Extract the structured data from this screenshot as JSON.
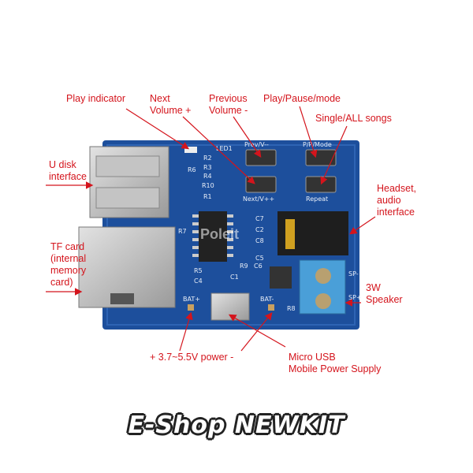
{
  "annotations": {
    "play_indicator": "Play indicator",
    "next_volume": [
      "Next",
      "Volume +"
    ],
    "previous_volume": [
      "Previous",
      "Volume -"
    ],
    "play_pause_mode": "Play/Pause/mode",
    "single_all_songs": "Single/ALL songs",
    "u_disk": [
      "U disk",
      "interface"
    ],
    "headset": [
      "Headset,",
      "audio",
      "interface"
    ],
    "tf_card": [
      "TF card",
      "(internal",
      "memory",
      "card)"
    ],
    "speaker": [
      "3W",
      "Speaker"
    ],
    "power": "+ 3.7~5.5V power -",
    "micro_usb": [
      "Micro USB",
      "Mobile Power Supply"
    ]
  },
  "pcb_labels": {
    "led": "LED1",
    "r2": "R2",
    "r3": "R3",
    "r4": "R4",
    "r10": "R10",
    "r1": "R1",
    "r6": "R6",
    "r7": "R7",
    "prev": "Prev/V--",
    "ppmode": "P/P/Mode",
    "next": "Next/V++",
    "repeat": "Repeat",
    "c7": "C7",
    "c2": "C2",
    "c8": "C8",
    "c5": "C5",
    "r5": "R5",
    "c4": "C4",
    "c1": "C1",
    "r9": "R9",
    "c6": "C6",
    "bat_plus": "BAT+",
    "bat_minus": "BAT-",
    "r8": "R8",
    "spk_minus": "SP-",
    "spk_plus": "SP+"
  },
  "watermark_board": "Poleit",
  "brand": "E-Shop NEWKIT",
  "colors": {
    "annotation": "#d4141c",
    "pcb": "#1d4f9c",
    "terminal": "#4a9fd8"
  }
}
